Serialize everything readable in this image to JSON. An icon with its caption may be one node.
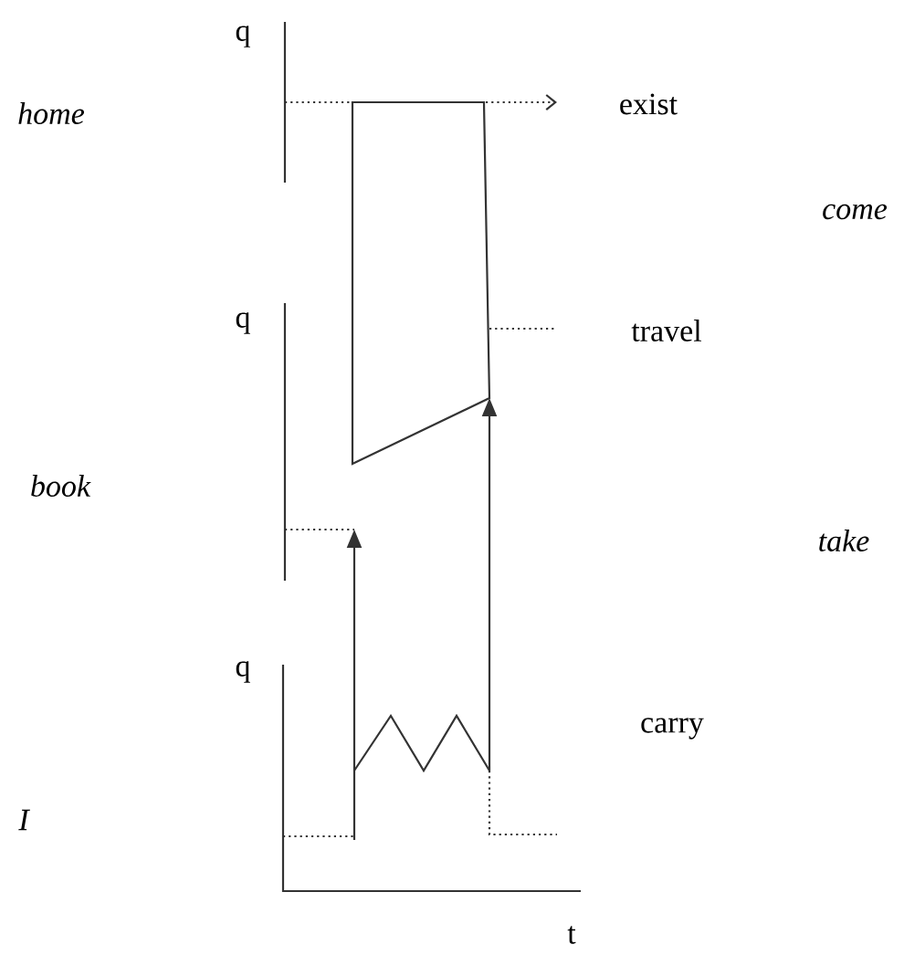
{
  "diagram": {
    "labels": [
      "q",
      "home",
      "exist",
      "come",
      "q",
      "travel",
      "book",
      "take",
      "q",
      "carry",
      "I",
      "t"
    ]
  }
}
